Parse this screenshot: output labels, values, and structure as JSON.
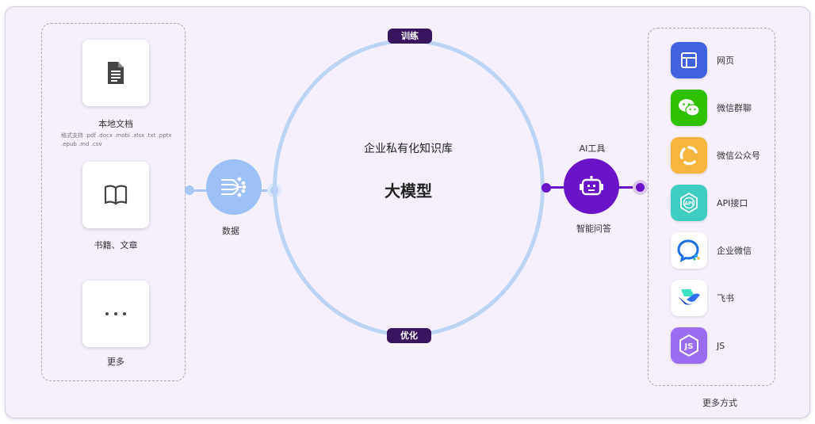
{
  "center": {
    "top_pill": "训练",
    "bottom_pill": "优化",
    "title": "企业私有化知识库",
    "model": "大模型"
  },
  "sources": {
    "items": [
      {
        "label": "本地文档",
        "sub": "格式支持 .pdf .docx .mobi .xlsx .txt .pptx .epub .md .csv",
        "icon": "document-icon"
      },
      {
        "label": "书籍、文章",
        "icon": "book-icon"
      },
      {
        "label": "更多",
        "icon": "more-icon"
      }
    ]
  },
  "data_node": {
    "label": "数据",
    "icon": "data-flow-icon",
    "color": "#9cc0f7"
  },
  "ai_node": {
    "top_label": "AI工具",
    "bottom_label": "智能问答",
    "icon": "robot-icon",
    "color": "#6b13c9"
  },
  "outputs": {
    "items": [
      {
        "label": "网页",
        "icon": "webpage-icon",
        "color": "#3e63dd"
      },
      {
        "label": "微信群聊",
        "icon": "wechat-icon",
        "color": "#2dc100"
      },
      {
        "label": "微信公众号",
        "icon": "official-account-icon",
        "color": "#f6b63d"
      },
      {
        "label": "API接口",
        "icon": "api-icon",
        "color": "#3fcdc0"
      },
      {
        "label": "企业微信",
        "icon": "wecom-icon",
        "color": "#ffffff"
      },
      {
        "label": "飞书",
        "icon": "feishu-icon",
        "color": "#ffffff"
      },
      {
        "label": "JS",
        "icon": "nodejs-icon",
        "color": "#9a6cf0"
      }
    ],
    "footer": "更多方式"
  }
}
